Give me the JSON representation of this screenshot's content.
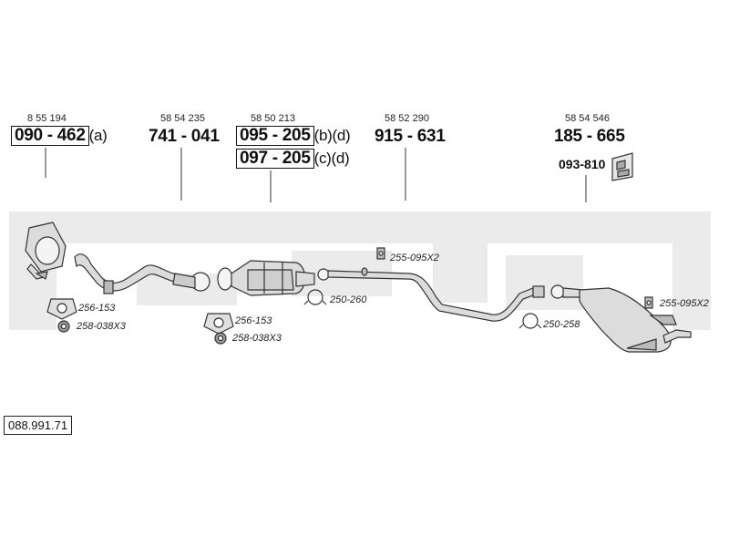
{
  "reference": "088.991.71",
  "groups": [
    {
      "oem": "8 55 194",
      "part": "090 - 462",
      "suffix": "(a)"
    },
    {
      "oem": "58 54 235",
      "part": "741 - 041"
    },
    {
      "oem": "58 50 213",
      "part": "095 - 205",
      "suffix": "(b)(d)",
      "part2": "097 - 205",
      "suffix2": "(c)(d)"
    },
    {
      "oem": "58 52 290",
      "part": "915 - 631"
    },
    {
      "oem": "58 54 546",
      "part": "185 - 665",
      "sub_part": "093-810"
    }
  ],
  "accessories": {
    "a1": "256-153",
    "a2": "258-038X3",
    "a3": "256-153",
    "a4": "258-038X3",
    "a5": "250-260",
    "a6": "255-095X2",
    "a7": "250-258",
    "a8": "255-095X2"
  },
  "colors": {
    "watermark": "#ebebeb",
    "line": "#555555",
    "part_fill": "#dcdcdc"
  }
}
